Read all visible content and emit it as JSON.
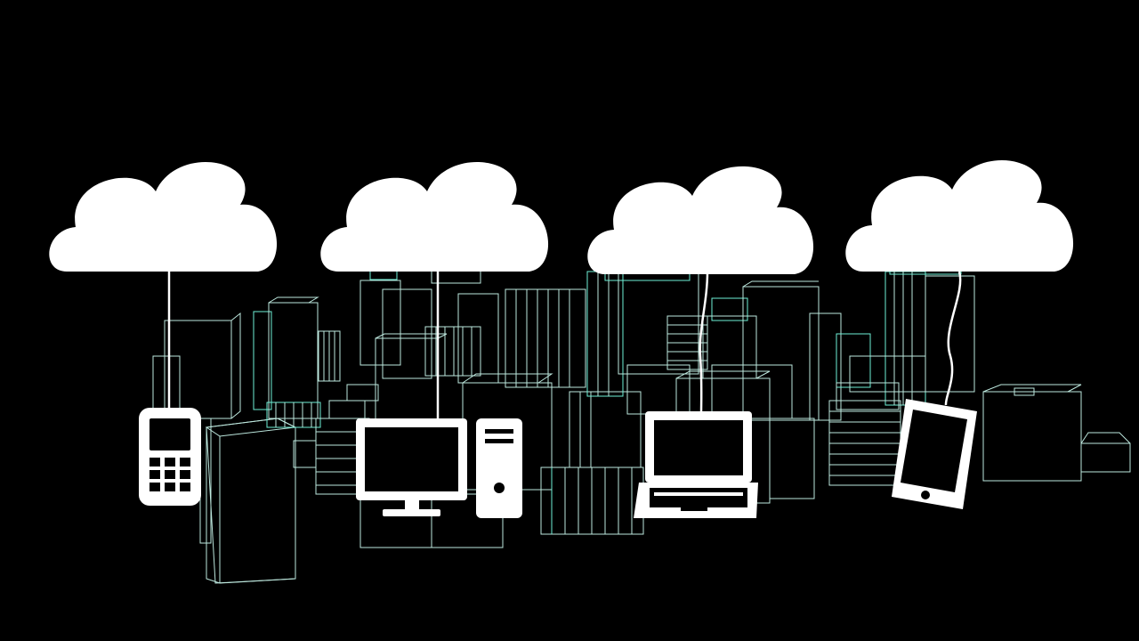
{
  "scene": {
    "background": "#000000",
    "line_color": "#bde8de",
    "accent_color": "#6ef0d6",
    "cloud_color": "#ffffff",
    "clouds": [
      {
        "name": "cloud-1",
        "icon": "cloud-icon"
      },
      {
        "name": "cloud-2",
        "icon": "cloud-icon"
      },
      {
        "name": "cloud-3",
        "icon": "cloud-icon"
      },
      {
        "name": "cloud-4",
        "icon": "cloud-icon"
      }
    ],
    "devices": [
      {
        "name": "mobile-phone",
        "icon": "mobile-phone-icon"
      },
      {
        "name": "desktop-computer",
        "icon": "desktop-computer-icon"
      },
      {
        "name": "laptop",
        "icon": "laptop-icon"
      },
      {
        "name": "tablet",
        "icon": "tablet-icon"
      }
    ],
    "cityscape": "wireframe-city-icon"
  }
}
